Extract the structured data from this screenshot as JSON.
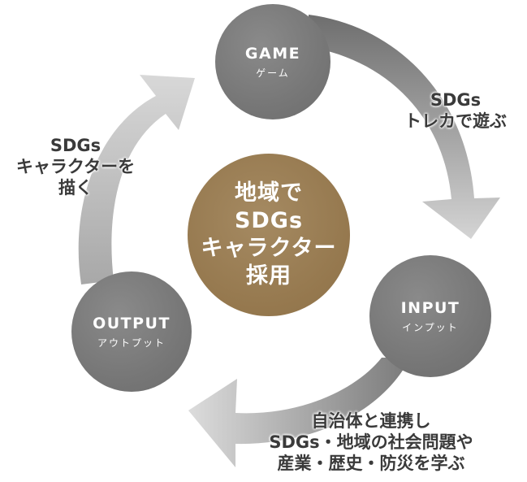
{
  "nodes": {
    "game": {
      "title": "GAME",
      "subtitle": "ゲーム"
    },
    "output": {
      "title": "OUTPUT",
      "subtitle": "アウトプット"
    },
    "input": {
      "title": "INPUT",
      "subtitle": "インプット"
    }
  },
  "center": {
    "lines": [
      "地域で",
      "SDGs",
      "キャラクター",
      "採用"
    ]
  },
  "labels": {
    "game_to_input": [
      "SDGs",
      "トレカで遊ぶ"
    ],
    "output_to_game": [
      "SDGs",
      "キャラクターを",
      "描く"
    ],
    "input_to_output": [
      "自治体と連携し",
      "SDGs・地域の社会問題や",
      "産業・歴史・防災を学ぶ"
    ]
  },
  "colors": {
    "node_fill": "#777777",
    "center_fill": "#96794f",
    "arrow_fill": "#c8c8c8",
    "label_text": "#3a3a3a"
  }
}
